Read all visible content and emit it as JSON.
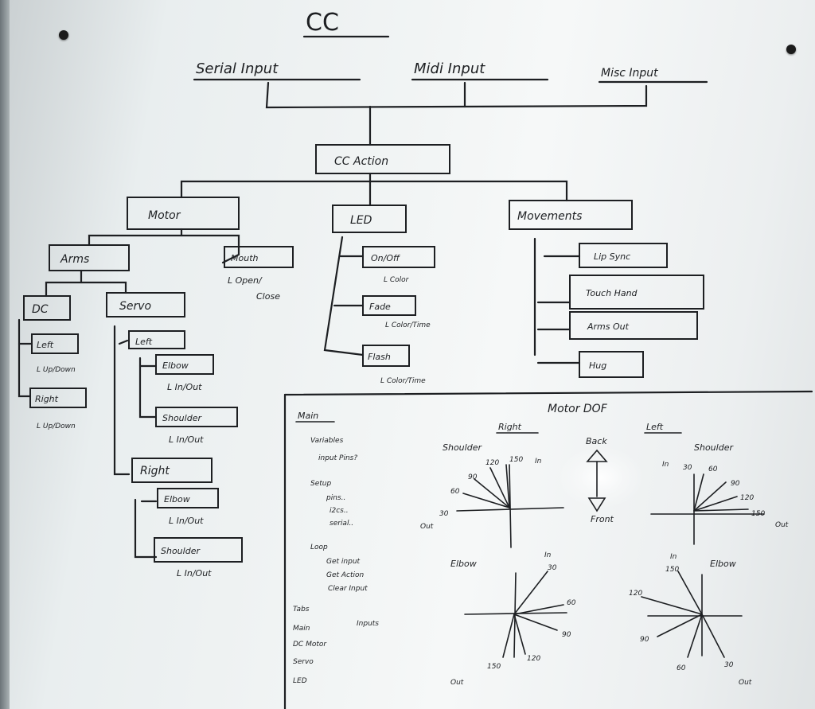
{
  "diagram": {
    "title": "CC",
    "inputs": [
      "Serial Input",
      "Midi Input",
      "Misc Input"
    ],
    "root": "CC Action",
    "motor": {
      "label": "Motor",
      "arms": "Arms",
      "dc": "DC",
      "dc_left": "Left",
      "dc_left_note": "L Up/Down",
      "dc_right": "Right",
      "dc_right_note": "L Up/Down",
      "servo": "Servo",
      "servo_left": "Left",
      "servo_left_elbow": "Elbow",
      "servo_left_elbow_note": "L In/Out",
      "servo_left_shoulder": "Shoulder",
      "servo_left_shoulder_note": "L In/Out",
      "servo_right": "Right",
      "servo_right_elbow": "Elbow",
      "servo_right_elbow_note": "L In/Out",
      "servo_right_shoulder": "Shoulder",
      "servo_right_shoulder_note": "L In/Out",
      "mouth": "Mouth",
      "mouth_note_1": "L Open/",
      "mouth_note_2": "Close"
    },
    "led": {
      "label": "LED",
      "on_off": "On/Off",
      "on_off_note": "L Color",
      "fade": "Fade",
      "fade_note": "L Color/Time",
      "flash": "Flash",
      "flash_note": "L Color/Time"
    },
    "movements": {
      "label": "Movements",
      "items": [
        "Lip Sync",
        "Touch Hand",
        "Arms Out",
        "Hug"
      ]
    }
  },
  "notes": {
    "main_title": "Main",
    "lines": [
      "Variables",
      "input Pins?",
      "Setup",
      "pins..",
      "i2cs..",
      "serial..",
      "Loop",
      "Get input",
      "Get Action",
      "Clear Input"
    ],
    "tabs_title": "Tabs",
    "tabs": [
      "Main",
      "DC Motor",
      "Servo",
      "LED"
    ],
    "tabs_side": "Inputs"
  },
  "motor_dof": {
    "title": "Motor DOF",
    "right_label": "Right",
    "left_label": "Left",
    "back": "Back",
    "front": "Front",
    "right_shoulder": {
      "label": "Shoulder",
      "in": "In",
      "out": "Out",
      "angles": [
        "30",
        "60",
        "90",
        "120",
        "150"
      ]
    },
    "left_shoulder": {
      "label": "Shoulder",
      "in": "In",
      "out": "Out",
      "angles": [
        "30",
        "60",
        "90",
        "120",
        "150"
      ]
    },
    "right_elbow": {
      "label": "Elbow",
      "in": "In",
      "out": "Out",
      "angles": [
        "30",
        "60",
        "90",
        "150",
        "120"
      ]
    },
    "left_elbow": {
      "label": "Elbow",
      "in": "In",
      "out": "Out",
      "angles": [
        "150",
        "120",
        "90",
        "60",
        "30"
      ]
    }
  }
}
